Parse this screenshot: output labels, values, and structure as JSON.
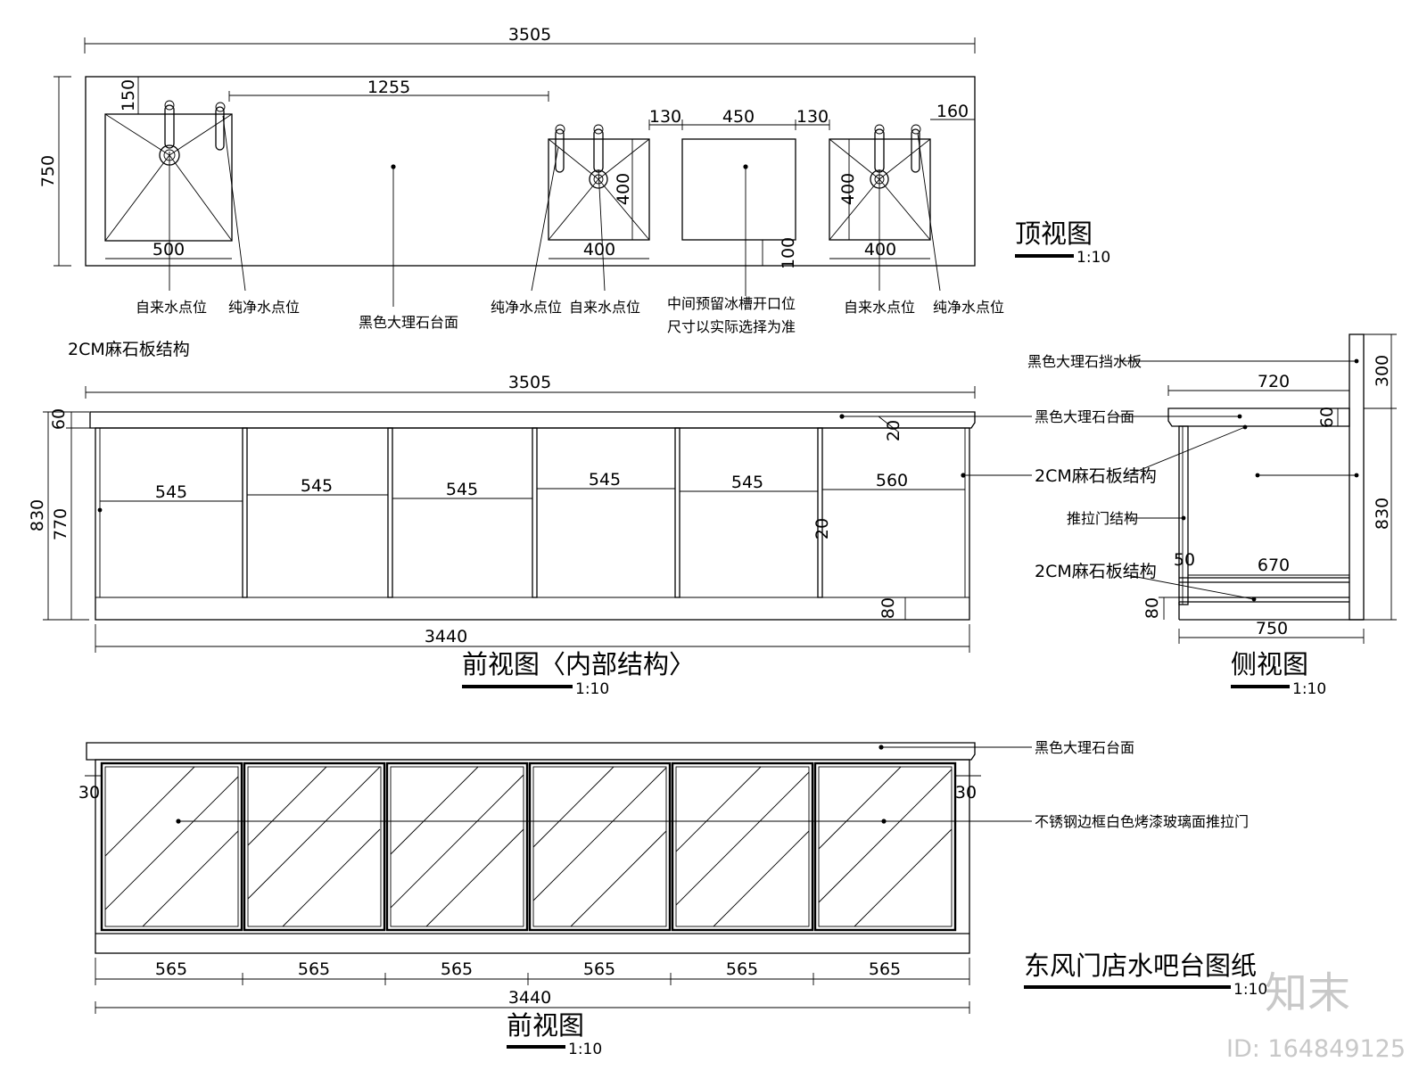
{
  "top_view": {
    "title": "顶视图",
    "scale": "1:10",
    "dims": {
      "overall_width": "3505",
      "depth": "750",
      "edge_to_faucet": "150",
      "sink_gap": "1255",
      "large_sink_width": "500",
      "small_sink_depth": "400",
      "small_sink_width": "400",
      "ice_side_left": "130",
      "ice_width": "450",
      "ice_side_right": "130",
      "ice_bottom": "100",
      "right_edge": "160"
    },
    "labels": {
      "tap_water": "自来水点位",
      "pure_water": "纯净水点位",
      "countertop": "黑色大理石台面",
      "ice_line1": "中间预留冰槽开口位",
      "ice_line2": "尺寸以实际选择为准"
    }
  },
  "front_inner": {
    "title": "前视图〈内部结构〉",
    "scale": "1:10",
    "top_label": "2CM麻石板结构",
    "dims": {
      "overall_width": "3505",
      "total_height": "830",
      "top_thickness": "60",
      "body_height": "770",
      "bay_widths": [
        "545",
        "545",
        "545",
        "545",
        "545",
        "560"
      ],
      "panel_a": "20",
      "panel_b": "20",
      "base": "80",
      "body_width": "3440"
    },
    "labels": {
      "countertop": "黑色大理石台面",
      "stone_structure": "2CM麻石板结构"
    }
  },
  "side_view": {
    "title": "侧视图",
    "scale": "1:10",
    "dims": {
      "splash_height": "300",
      "top_depth": "720",
      "top_thickness": "60",
      "height": "830",
      "shelf_offset": "50",
      "shelf_depth": "670",
      "base": "80",
      "depth": "750"
    },
    "labels": {
      "splash": "黑色大理石挡水板",
      "countertop": "黑色大理石台面",
      "stone_structure": "2CM麻石板结构",
      "sliding_door": "推拉门结构",
      "stone_structure_2": "2CM麻石板结构"
    }
  },
  "front_view": {
    "title": "前视图",
    "scale": "1:10",
    "dims": {
      "side_left": "30",
      "side_right": "30",
      "door_widths": [
        "565",
        "565",
        "565",
        "565",
        "565",
        "565"
      ],
      "overall_width": "3440"
    },
    "labels": {
      "countertop": "黑色大理石台面",
      "doors": "不锈钢边框白色烤漆玻璃面推拉门"
    }
  },
  "sheet": {
    "title": "东风门店水吧台图纸",
    "scale": "1:10",
    "watermark": "知末",
    "watermark_id": "ID: 164849125"
  }
}
